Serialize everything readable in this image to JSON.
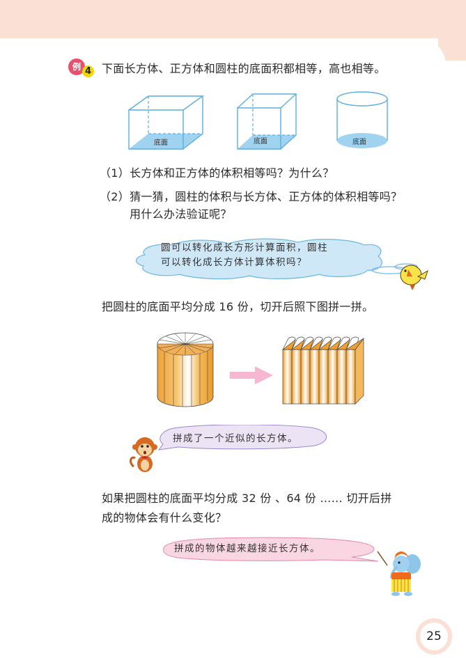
{
  "example": {
    "badge_label": "例",
    "badge_number": "4",
    "intro": "下面长方体、正方体和圆柱的底面积都相等，高也相等。"
  },
  "figures": {
    "cuboid_base_label": "底面",
    "cube_base_label": "底面",
    "cylinder_base_label": "底面"
  },
  "questions": [
    {
      "number": "（1）",
      "text": "长方体和正方体的体积相等吗？为什么？"
    },
    {
      "number": "（2）",
      "text": "猜一猜，圆柱的体积与长方体、正方体的体积相等吗？",
      "text_line2": "用什么办法验证呢？"
    }
  ],
  "bird_bubble": {
    "line1": "圆可以转化成长方形计算面积，圆柱",
    "line2": "可以转化成长方体计算体积吗？"
  },
  "instruction": "把圆柱的底面平均分成 16 份，切开后照下图拼一拼。",
  "cut_figure": {
    "slices": 16,
    "strips_shown": 8
  },
  "monkey_bubble": {
    "text": "拼成了一个近似的长方体。"
  },
  "followup": {
    "line1": "如果把圆柱的底面平均分成 32 份 、64 份 …… 切开后拼",
    "line2": "成的物体会有什么变化？"
  },
  "elephant_bubble": {
    "text": "拼成的物体越来越接近长方体。"
  },
  "page_number": "25",
  "colors": {
    "band": "#fbe0d5",
    "shape_line": "#5aaee0",
    "base_fill": "#9fd3f0",
    "orange": "#f0a030",
    "arrow": "#f6b8d0",
    "badge_red": "#e8516e",
    "badge_yellow": "#f3d800"
  }
}
